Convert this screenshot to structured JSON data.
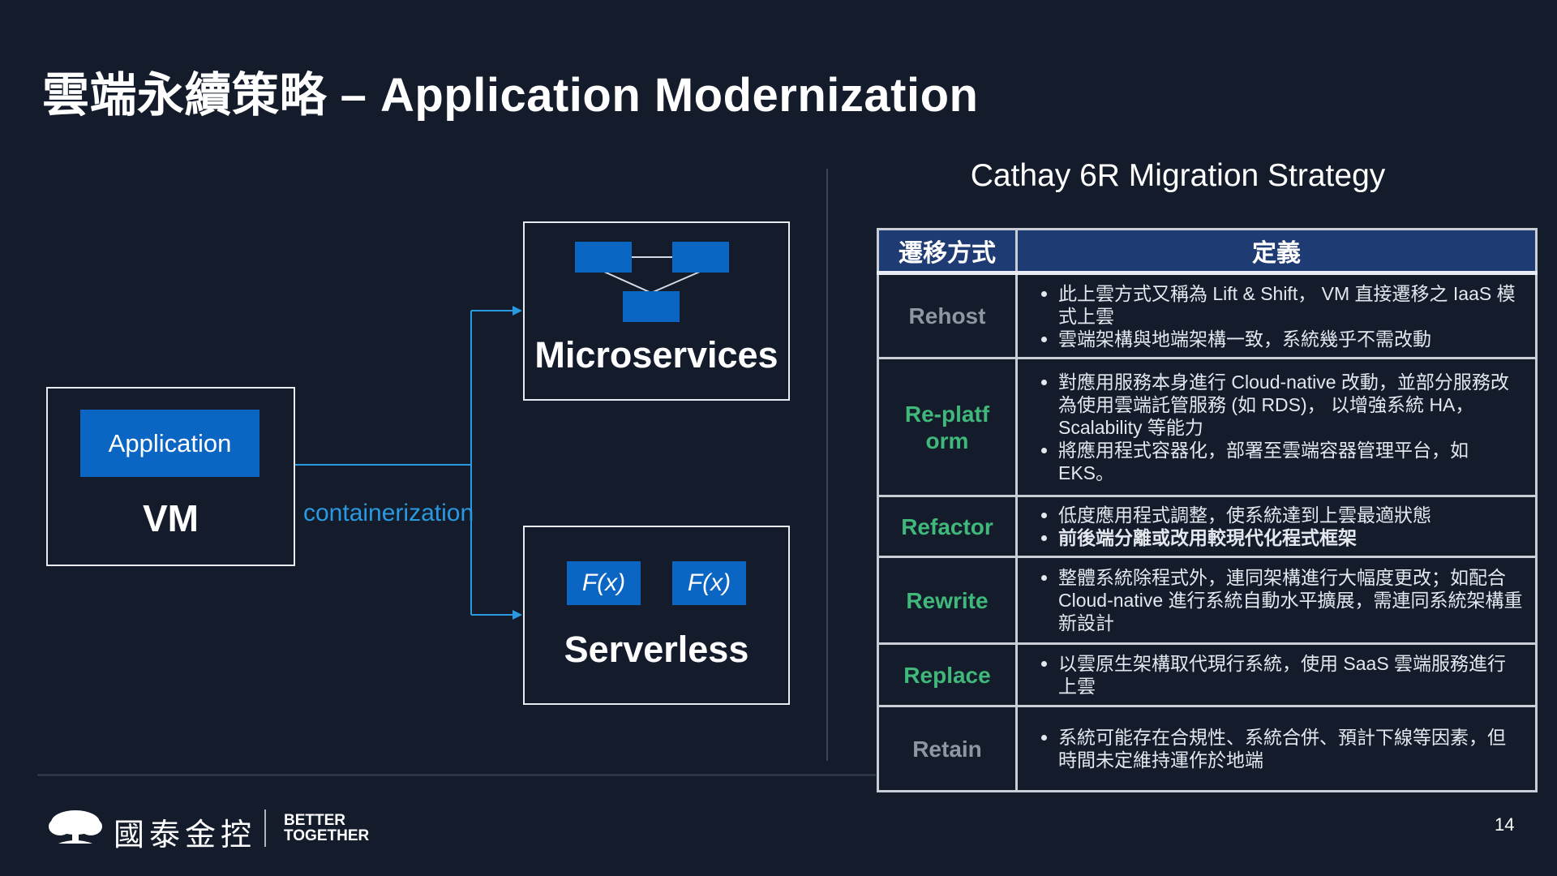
{
  "slide": {
    "title": "雲端永續策略 – Application Modernization",
    "page_number": "14"
  },
  "diagram": {
    "vm_box": {
      "inner_label": "Application",
      "label": "VM"
    },
    "connector_label": "containerization",
    "microservices_box": {
      "label": "Microservices"
    },
    "serverless_box": {
      "label": "Serverless",
      "functions": [
        "F(x)",
        "F(x)"
      ]
    },
    "colors": {
      "block_blue": "#0a66c2",
      "connector": "#2a9ae0",
      "background": "#141c2c"
    }
  },
  "table": {
    "title": "Cathay 6R Migration Strategy",
    "headers": [
      "遷移方式",
      "定義"
    ],
    "rows": [
      {
        "method": "Rehost",
        "method_color": "#8e96a3",
        "bullets": [
          "此上雲方式又稱為 Lift & Shift， VM 直接遷移之 IaaS 模式上雲",
          "雲端架構與地端架構一致，系統幾乎不需改動"
        ]
      },
      {
        "method": "Re-platform",
        "method_color": "#3fb87a",
        "bullets": [
          "對應用服務本身進行 Cloud-native 改動，並部分服務改為使用雲端託管服務 (如 RDS)， 以增強系統 HA，Scalability 等能力",
          "將應用程式容器化，部署至雲端容器管理平台，如 EKS。"
        ]
      },
      {
        "method": "Refactor",
        "method_color": "#3fb87a",
        "bullets": [
          "低度應用程式調整，使系統達到上雲最適狀態",
          "前後端分離或改用較現代化程式框架"
        ]
      },
      {
        "method": "Rewrite",
        "method_color": "#3fb87a",
        "bullets": [
          "整體系統除程式外，連同架構進行大幅度更改；如配合 Cloud-native 進行系統自動水平擴展，需連同系統架構重新設計"
        ]
      },
      {
        "method": "Replace",
        "method_color": "#3fb87a",
        "bullets": [
          "以雲原生架構取代現行系統，使用 SaaS 雲端服務進行上雲"
        ]
      },
      {
        "method": "Retain",
        "method_color": "#8e96a3",
        "bullets": [
          "系統可能存在合規性、系統合併、預計下線等因素，但時間未定維持運作於地端"
        ]
      }
    ]
  },
  "footer": {
    "logo_text": "國泰金控",
    "tagline": [
      "BETTER",
      "TOGETHER"
    ]
  }
}
